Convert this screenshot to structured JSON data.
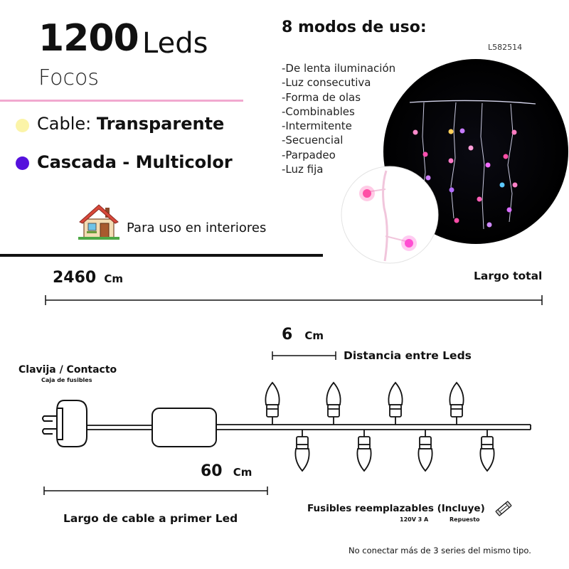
{
  "product": {
    "led_count": "1200",
    "led_unit": "Leds",
    "type": "Focos",
    "cable_label": "Cable:",
    "cable_value": "Transparente",
    "cable_color": "#fbf4a8",
    "style_label": "Cascada - Multicolor",
    "style_color": "#5511dd",
    "usage": "Para uso en interiores",
    "code": "L582514"
  },
  "modes": {
    "title": "8 modos de uso:",
    "items": [
      "-De lenta iluminación",
      "-Luz consecutiva",
      "-Forma de olas",
      "-Combinables",
      "-Intermitente",
      "-Secuencial",
      "-Parpadeo",
      "-Luz fija"
    ]
  },
  "dimensions": {
    "total_length_value": "2460",
    "total_length_unit": "Cm",
    "total_length_label": "Largo total",
    "led_spacing_value": "6",
    "led_spacing_unit": "Cm",
    "led_spacing_label": "Distancia entre Leds",
    "lead_value": "60",
    "lead_unit": "Cm",
    "lead_label": "Largo de cable a primer Led"
  },
  "diagram": {
    "plug_label": "Clavija / Contacto",
    "plug_sublabel": "Caja de fusibles",
    "fuse_label": "Fusibles reemplazables (Incluye)",
    "fuse_spec": "120V 3 A",
    "fuse_spare": "Repuesto"
  },
  "note": "No conectar más de 3 series del mismo tipo."
}
